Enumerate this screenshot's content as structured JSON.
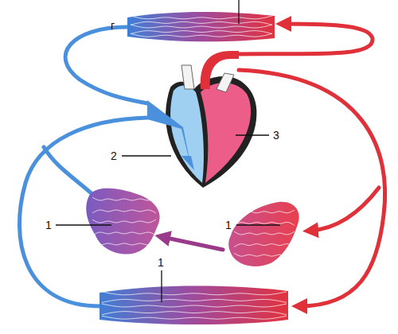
{
  "diagram": {
    "labels": [
      "г",
      "2",
      "3",
      "1",
      "1",
      "1"
    ]
  }
}
